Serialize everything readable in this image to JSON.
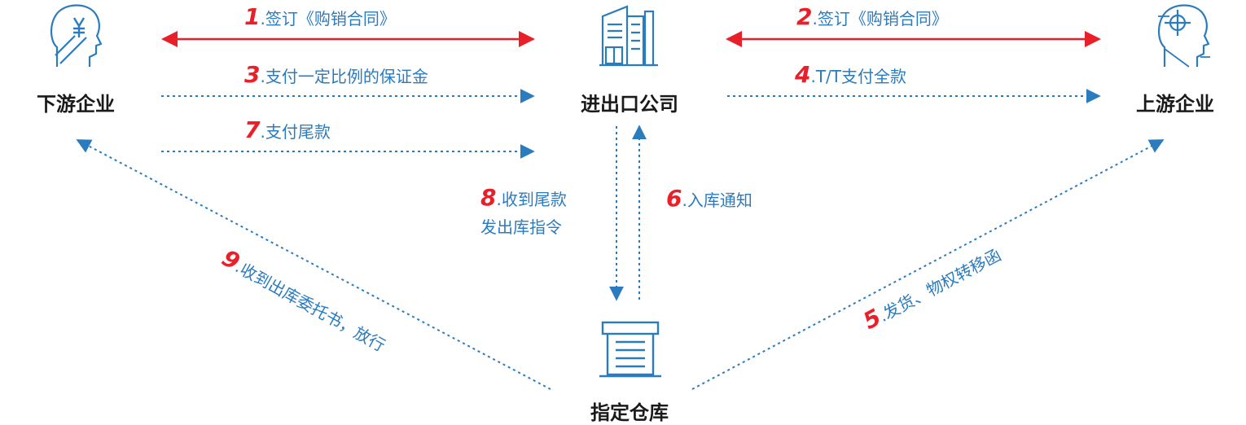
{
  "colors": {
    "step_number": "#e8202a",
    "step_text": "#2b7bbf",
    "contract_arrow": "#e8202a",
    "flow_arrow": "#2b7bbf",
    "icon_stroke": "#2b7bbf",
    "node_label": "#1a1a1a"
  },
  "nodes": {
    "downstream": {
      "label": "下游企业",
      "icon": "yuan-head-icon"
    },
    "company": {
      "label": "进出口公司",
      "icon": "building-icon"
    },
    "upstream": {
      "label": "上游企业",
      "icon": "gear-head-icon"
    },
    "warehouse": {
      "label": "指定仓库",
      "icon": "warehouse-icon"
    }
  },
  "steps": [
    {
      "num": "1",
      "text": ".签订《购销合同》"
    },
    {
      "num": "2",
      "text": ".签订《购销合同》"
    },
    {
      "num": "3",
      "text": ".支付一定比例的保证金"
    },
    {
      "num": "4",
      "text": ".T/T支付全款"
    },
    {
      "num": "5",
      "text": ".发货、物权转移函"
    },
    {
      "num": "6",
      "text": ".入库通知"
    },
    {
      "num": "7",
      "text": ".支付尾款"
    },
    {
      "num": "8",
      "text": ".收到尾款",
      "text2": "发出库指令"
    },
    {
      "num": "9",
      "text": ".收到出库委托书，放行"
    }
  ]
}
